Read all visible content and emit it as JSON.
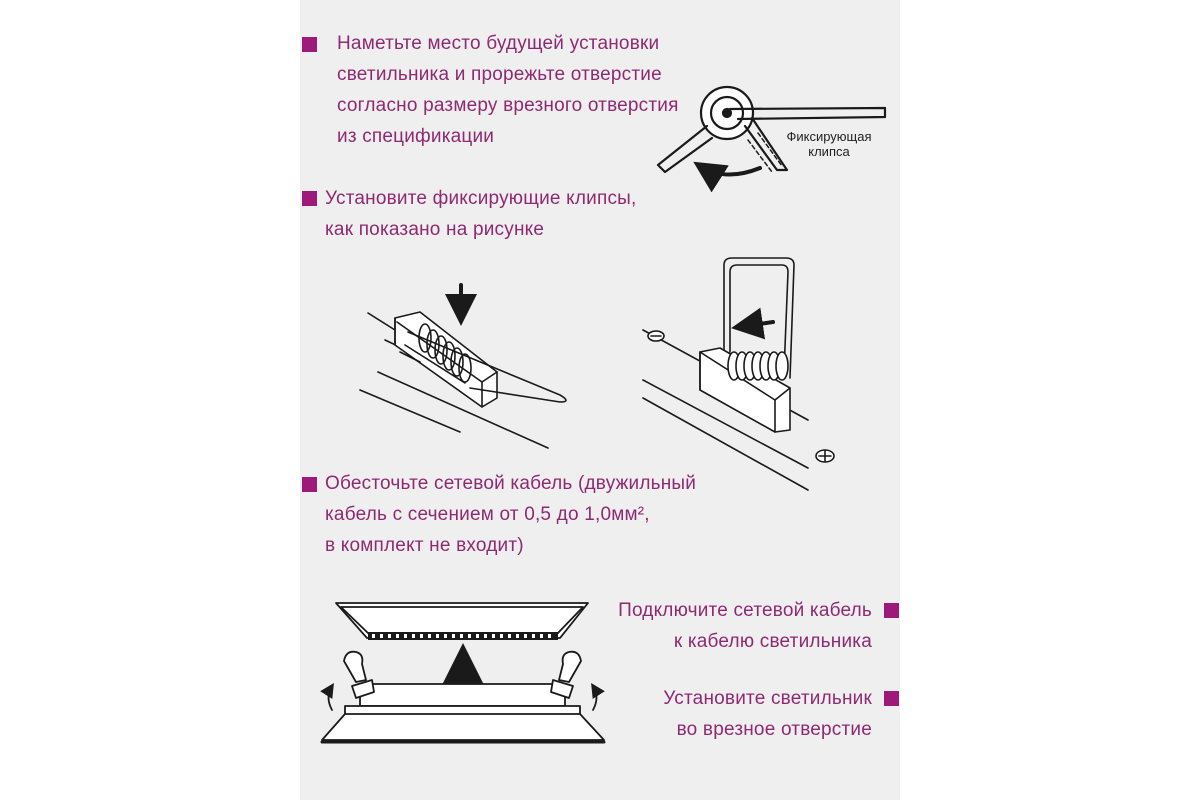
{
  "colors": {
    "accent": "#9d1a7b",
    "text": "#8e2a72",
    "panel": "#f0efef",
    "line": "#1a1a1a"
  },
  "steps": [
    {
      "lines": [
        "Наметьте место будущей установки",
        "светильника и прорежьте отверстие",
        "согласно размеру врезного отверстия",
        "из спецификации"
      ]
    },
    {
      "lines": [
        "Установите фиксирующие клипсы,",
        "как показано на рисунке"
      ]
    },
    {
      "lines": [
        "Обесточьте сетевой кабель (двужильный",
        "кабель с сечением от 0,5 до 1,0мм²,",
        "в комплект не входит)"
      ]
    },
    {
      "lines": [
        "Подключите сетевой кабель",
        "к кабелю светильника"
      ]
    },
    {
      "lines": [
        "Установите светильник",
        "во врезное отверстие"
      ]
    }
  ],
  "clip_caption": [
    "Фиксирующая",
    "клипса"
  ]
}
